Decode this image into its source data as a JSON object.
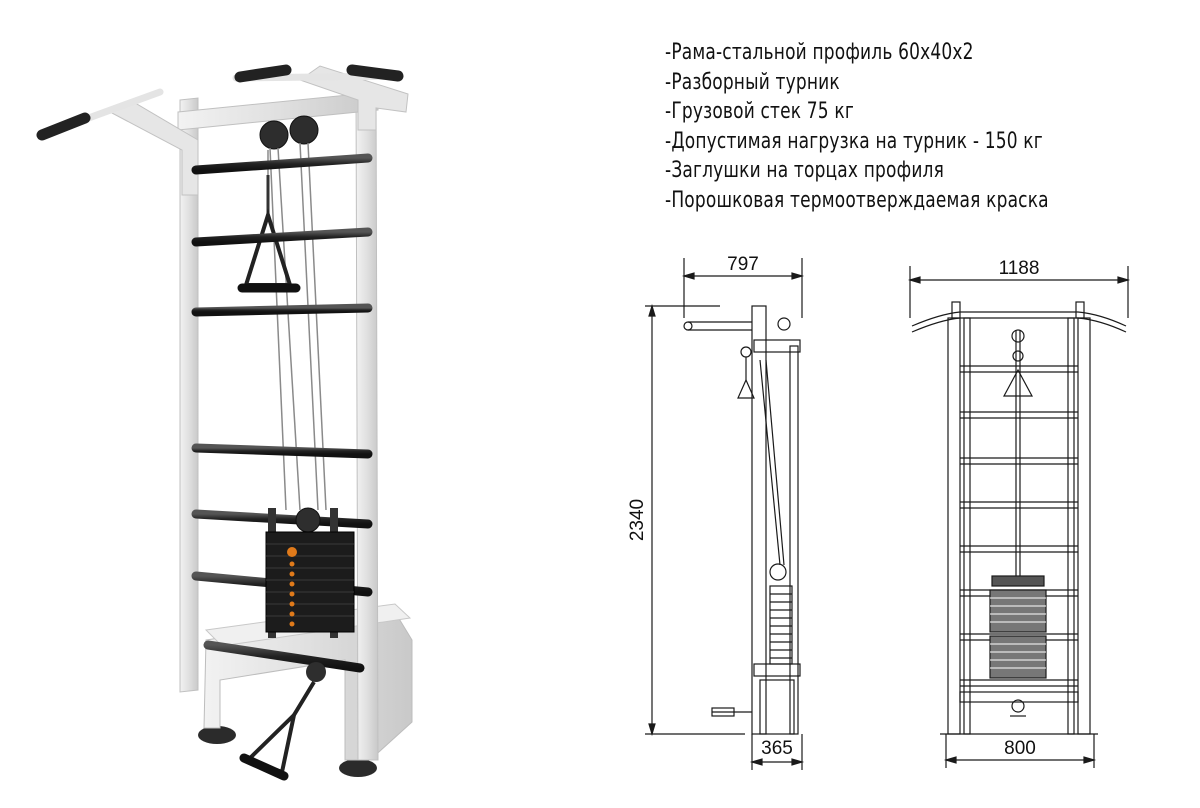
{
  "specs": [
    "-Рама-стальной профиль 60х40х2",
    "-Разборный турник",
    "-Грузовой стек 75 кг",
    "-Допустимая нагрузка на турник - 150 кг",
    "-Заглушки на торцах профиля",
    "-Порошковая термоотверждаемая краска"
  ],
  "dimensions": {
    "side_depth_top": "797",
    "side_height": "2340",
    "side_depth_bottom": "365",
    "front_width_top": "1188",
    "front_width_bottom": "800"
  },
  "colors": {
    "frame": "#e4e4e4",
    "bars": "#2a2a2a",
    "weights": "#1c1c1c",
    "pins": "#e07a1a",
    "line": "#1a1a1a"
  }
}
